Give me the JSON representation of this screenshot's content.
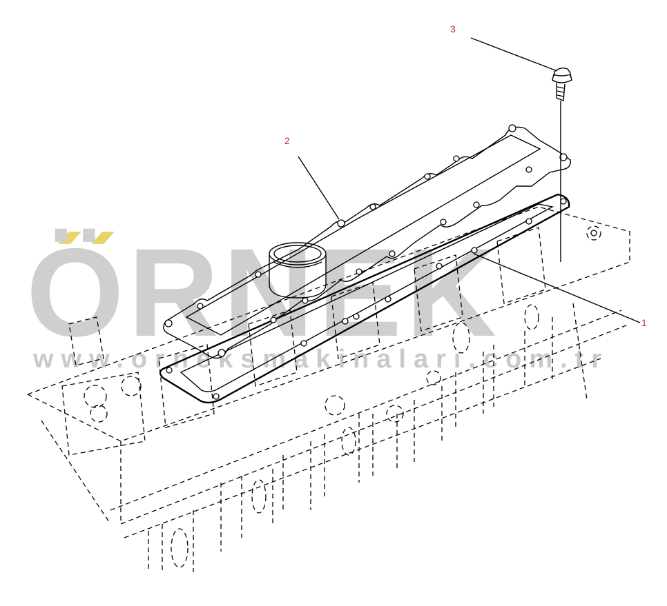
{
  "watermark": {
    "brand": "ÖRNEK",
    "url": "www.orneksmakinaları.com.tr",
    "color": "#cfcfcf",
    "umlaut_color": "#e8d56a"
  },
  "callouts": [
    {
      "id": "1",
      "label": "1"
    },
    {
      "id": "2",
      "label": "2"
    },
    {
      "id": "3",
      "label": "3"
    }
  ],
  "colors": {
    "callout_text": "#c0302a",
    "line_art": "#000000"
  }
}
